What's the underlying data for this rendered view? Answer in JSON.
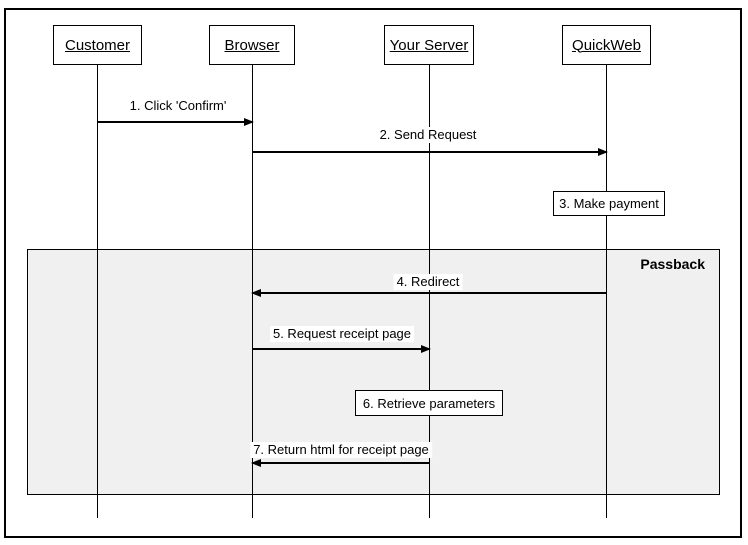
{
  "diagram_type": "uml-sequence-diagram",
  "participants": [
    {
      "name": "Customer"
    },
    {
      "name": "Browser"
    },
    {
      "name": "Your Server"
    },
    {
      "name": "QuickWeb"
    }
  ],
  "frame": {
    "label": "Passback",
    "fill_color": "#f0f0f0"
  },
  "messages": [
    {
      "label": "1. Click 'Confirm'",
      "from": "Customer",
      "to": "Browser",
      "type": "arrow-right"
    },
    {
      "label": "2. Send Request",
      "from": "Browser",
      "to": "QuickWeb",
      "type": "arrow-right"
    },
    {
      "label": "3. Make payment",
      "on": "QuickWeb",
      "type": "action-box"
    },
    {
      "label": "4. Redirect",
      "from": "QuickWeb",
      "to": "Browser",
      "type": "arrow-left"
    },
    {
      "label": "5. Request receipt page",
      "from": "Browser",
      "to": "Your Server",
      "type": "arrow-right"
    },
    {
      "label": "6. Retrieve parameters",
      "on": "Your Server",
      "type": "action-box"
    },
    {
      "label": "7. Return html for receipt page",
      "from": "Your Server",
      "to": "Browser",
      "type": "arrow-left"
    }
  ],
  "colors": {
    "line": "#000000",
    "background": "#ffffff",
    "frame_fill": "#f0f0f0",
    "text": "#000000"
  }
}
